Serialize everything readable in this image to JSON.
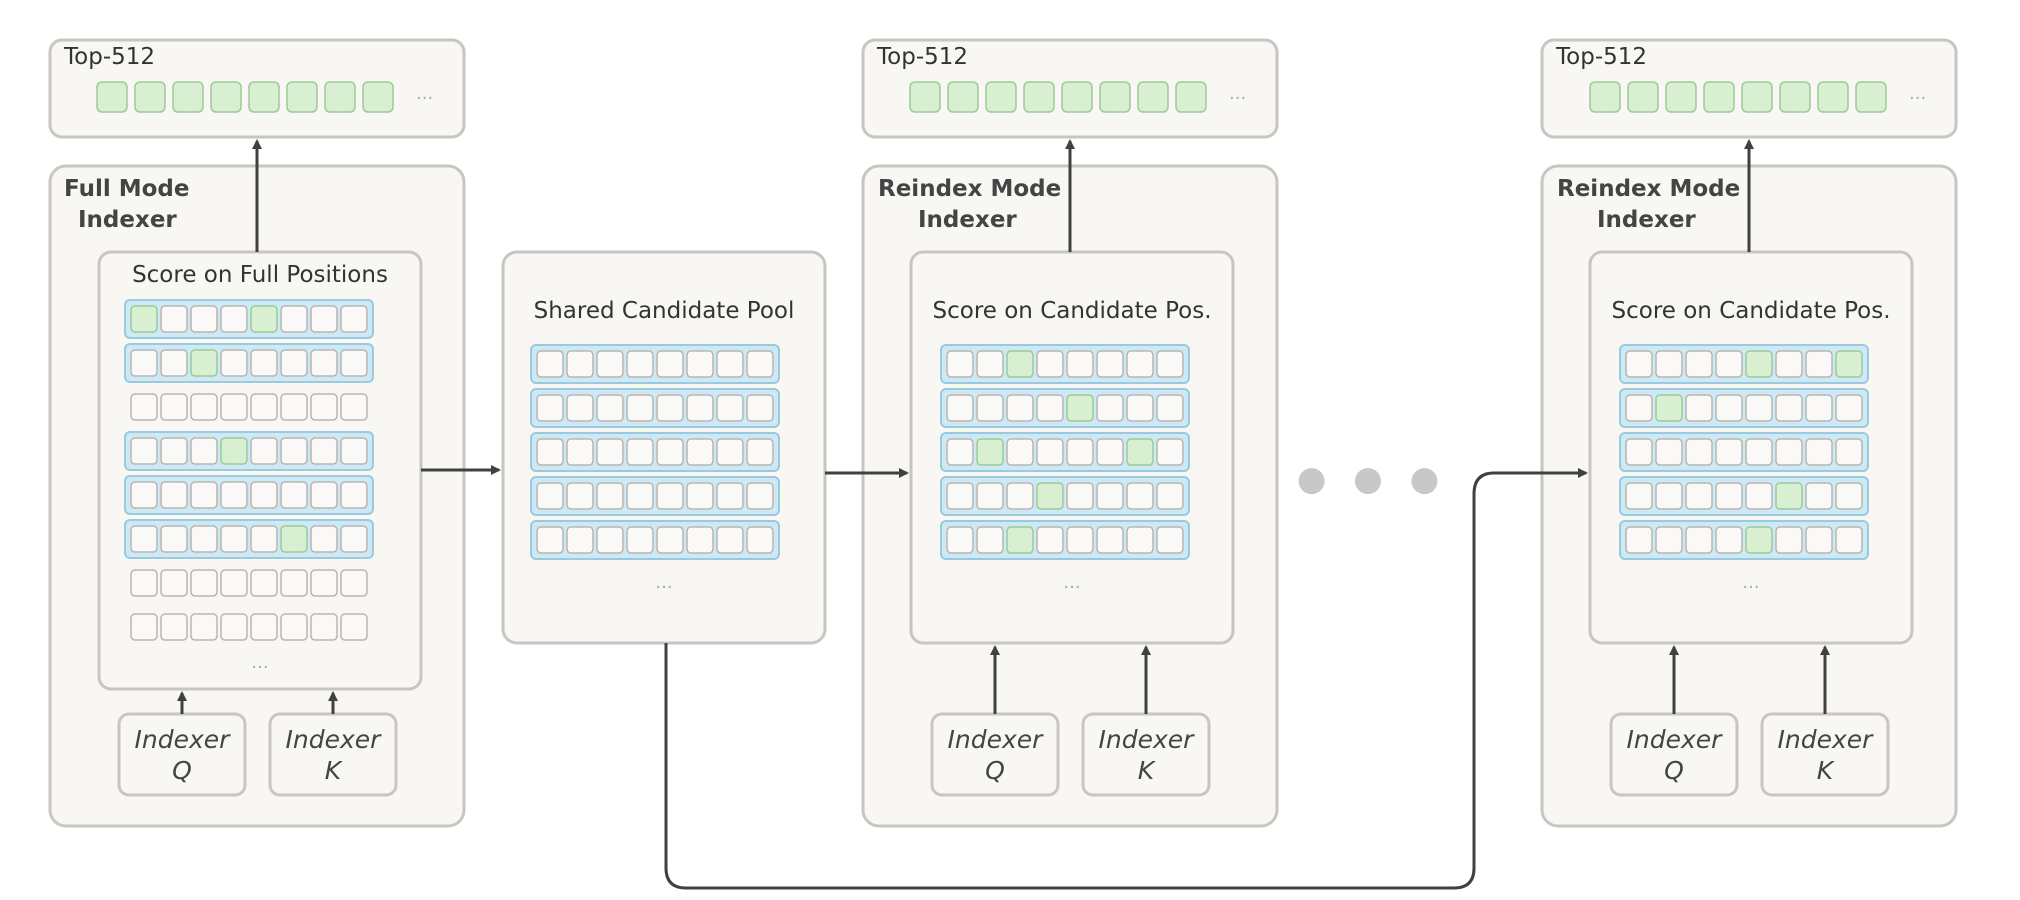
{
  "colors": {
    "panel_fill": "#f8f7f4",
    "panel_stroke": "#c9c6c1",
    "row_highlight": "#cde9f5",
    "row_highlight_stroke": "#9cc9dc",
    "cell_fill": "#fbf9f7",
    "cell_stroke": "#b9b5b0",
    "cell_selected": "#d8efd2",
    "cell_selected_stroke": "#9ccb96",
    "arrow": "#404040",
    "ellipsis": "#c8c8c8"
  },
  "continuation_dots": "● ● ●",
  "stages": [
    {
      "topk": {
        "label": "Top-512",
        "cells": 8,
        "more": "···"
      },
      "indexer": {
        "title_line1": "Full Mode",
        "title_line2": "Indexer",
        "score_title": "Score on Full Positions",
        "rows": [
          {
            "highlight": true,
            "selected": [
              0,
              4
            ]
          },
          {
            "highlight": true,
            "selected": [
              2
            ]
          },
          {
            "highlight": false,
            "selected": []
          },
          {
            "highlight": true,
            "selected": [
              3
            ]
          },
          {
            "highlight": true,
            "selected": []
          },
          {
            "highlight": true,
            "selected": [
              5
            ]
          },
          {
            "highlight": false,
            "selected": []
          },
          {
            "highlight": false,
            "selected": []
          }
        ],
        "more": "···",
        "inputs": [
          {
            "line1": "Indexer",
            "line2": "Q"
          },
          {
            "line1": "Indexer",
            "line2": "K"
          }
        ]
      }
    },
    {
      "topk": {
        "label": "Top-512",
        "cells": 8,
        "more": "···"
      },
      "indexer": {
        "title_line1": "Reindex Mode",
        "title_line2": "Indexer",
        "score_title": "Score on Candidate Pos.",
        "rows": [
          {
            "highlight": true,
            "selected": [
              2
            ]
          },
          {
            "highlight": true,
            "selected": [
              4
            ]
          },
          {
            "highlight": true,
            "selected": [
              1,
              6
            ]
          },
          {
            "highlight": true,
            "selected": [
              3
            ]
          },
          {
            "highlight": true,
            "selected": [
              2
            ]
          }
        ],
        "more": "···",
        "inputs": [
          {
            "line1": "Indexer",
            "line2": "Q"
          },
          {
            "line1": "Indexer",
            "line2": "K"
          }
        ]
      }
    },
    {
      "topk": {
        "label": "Top-512",
        "cells": 8,
        "more": "···"
      },
      "indexer": {
        "title_line1": "Reindex Mode",
        "title_line2": "Indexer",
        "score_title": "Score on Candidate Pos.",
        "rows": [
          {
            "highlight": true,
            "selected": [
              4,
              7
            ]
          },
          {
            "highlight": true,
            "selected": [
              1
            ]
          },
          {
            "highlight": true,
            "selected": []
          },
          {
            "highlight": true,
            "selected": [
              5
            ]
          },
          {
            "highlight": true,
            "selected": [
              4
            ]
          }
        ],
        "more": "···",
        "inputs": [
          {
            "line1": "Indexer",
            "line2": "Q"
          },
          {
            "line1": "Indexer",
            "line2": "K"
          }
        ]
      }
    }
  ],
  "pool": {
    "title": "Shared Candidate Pool",
    "rows": [
      {
        "highlight": true,
        "selected": []
      },
      {
        "highlight": true,
        "selected": []
      },
      {
        "highlight": true,
        "selected": []
      },
      {
        "highlight": true,
        "selected": []
      },
      {
        "highlight": true,
        "selected": []
      }
    ],
    "more": "···"
  }
}
